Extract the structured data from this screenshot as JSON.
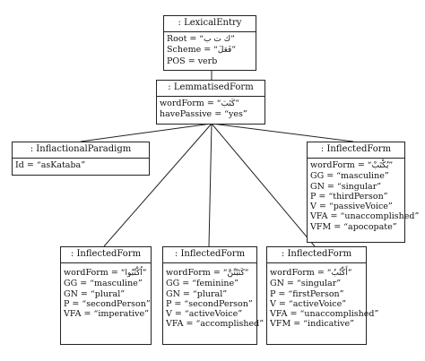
{
  "lexical_entry": {
    "title": ": LexicalEntry",
    "attrs": [
      {
        "key": "Root = ",
        "val": "“ك ت ب”"
      },
      {
        "key": "Scheme = ",
        "val": "“فَعَلَ”"
      },
      {
        "key": "POS = verb",
        "val": ""
      }
    ]
  },
  "lemmatised_form": {
    "title": ": LemmatisedForm",
    "attrs": [
      {
        "key": "wordForm = ",
        "val": "“كَتَبَ”"
      },
      {
        "key": "havePassive = “yes”",
        "val": ""
      }
    ]
  },
  "inflectional_paradigm": {
    "title": ": InflactionalParadigm",
    "attrs": [
      {
        "key": "Id = “asKataba”",
        "val": ""
      }
    ]
  },
  "inflected_form_right": {
    "title": ": InflectedForm",
    "attrs": [
      {
        "key": "wordForm = ",
        "val": "“يُكْتَبْ”"
      },
      {
        "key": "GG = “masculine”",
        "val": ""
      },
      {
        "key": "GN = “singular”",
        "val": ""
      },
      {
        "key": "P = “thirdPerson”",
        "val": ""
      },
      {
        "key": "V = “passiveVoice”",
        "val": ""
      },
      {
        "key": "VFA = “unaccomplished”",
        "val": ""
      },
      {
        "key": "VFM = “apocopate”",
        "val": ""
      }
    ]
  },
  "inflected_form_1": {
    "title": ": InflectedForm",
    "attrs": [
      {
        "key": "wordForm = ",
        "val": "“اُكْتُبُوا”"
      },
      {
        "key": "GG = “masculine”",
        "val": ""
      },
      {
        "key": "GN = “plural”",
        "val": ""
      },
      {
        "key": "P = “secondPerson”",
        "val": ""
      },
      {
        "key": "VFA = “imperative”",
        "val": ""
      }
    ]
  },
  "inflected_form_2": {
    "title": ": InflectedForm",
    "attrs": [
      {
        "key": "wordForm = ",
        "val": "“كَتَبْتُنَّ”"
      },
      {
        "key": "GG = “feminine”",
        "val": ""
      },
      {
        "key": "GN = “plural”",
        "val": ""
      },
      {
        "key": "P = “secondPerson”",
        "val": ""
      },
      {
        "key": "V = “activeVoice”",
        "val": ""
      },
      {
        "key": "VFA = “accomplished”",
        "val": ""
      }
    ]
  },
  "inflected_form_3": {
    "title": ": InflectedForm",
    "attrs": [
      {
        "key": "wordForm = ",
        "val": "“أَكْتُبُ”"
      },
      {
        "key": "GN = “singular”",
        "val": ""
      },
      {
        "key": "P = “firstPerson”",
        "val": ""
      },
      {
        "key": "V = “activeVoice”",
        "val": ""
      },
      {
        "key": "VFA = “unaccomplished”",
        "val": ""
      },
      {
        "key": "VFM = “indicative”",
        "val": ""
      }
    ]
  }
}
